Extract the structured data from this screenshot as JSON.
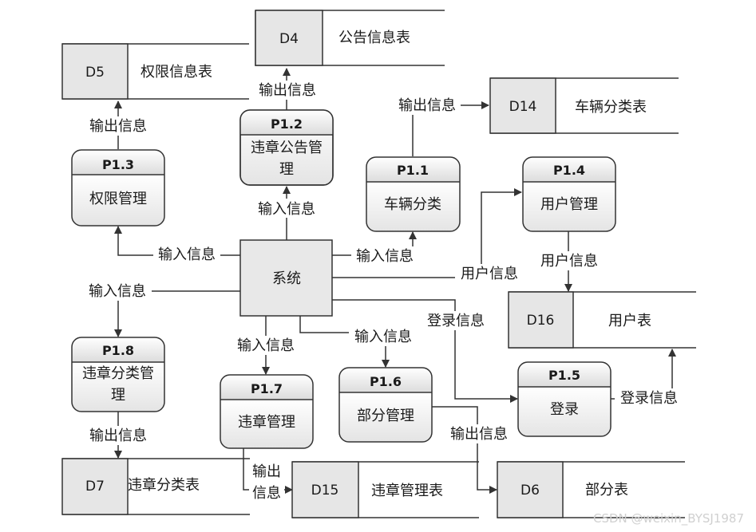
{
  "processes": {
    "p11": {
      "id": "P1.1",
      "name": "车辆分类"
    },
    "p12": {
      "id": "P1.2",
      "name_line1": "违章公告管",
      "name_line2": "理"
    },
    "p13": {
      "id": "P1.3",
      "name": "权限管理"
    },
    "p14": {
      "id": "P1.4",
      "name": "用户管理"
    },
    "p15": {
      "id": "P1.5",
      "name": "登录"
    },
    "p16": {
      "id": "P1.6",
      "name": "部分管理"
    },
    "p17": {
      "id": "P1.7",
      "name": "违章管理"
    },
    "p18": {
      "id": "P1.8",
      "name_line1": "违章分类管",
      "name_line2": "理"
    }
  },
  "center": {
    "name": "系统"
  },
  "stores": {
    "d4": {
      "id": "D4",
      "name": "公告信息表"
    },
    "d5": {
      "id": "D5",
      "name": "权限信息表"
    },
    "d6": {
      "id": "D6",
      "name": "部分表"
    },
    "d7": {
      "id": "D7",
      "name": "违章分类表"
    },
    "d14": {
      "id": "D14",
      "name": "车辆分类表"
    },
    "d15": {
      "id": "D15",
      "name": "违章管理表"
    },
    "d16": {
      "id": "D16",
      "name": "用户表"
    }
  },
  "flows": {
    "out_d4": "输出信息",
    "in_p12": "输入信息",
    "out_d5": "输出信息",
    "in_p13": "输入信息",
    "out_d14": "输出信息",
    "in_p11": "输入信息",
    "user_info_p14": "用户信息",
    "user_info_d16": "用户信息",
    "in_p18": "输入信息",
    "out_d7": "输出信息",
    "in_p17": "输入信息",
    "out_d15_line1": "输出",
    "out_d15_line2": "信息",
    "in_p16": "输入信息",
    "out_d6": "输出信息",
    "login_info_p15": "登录信息",
    "login_info_d16": "登录信息"
  },
  "watermark": "CSDN @weixin_BYSJ1987"
}
